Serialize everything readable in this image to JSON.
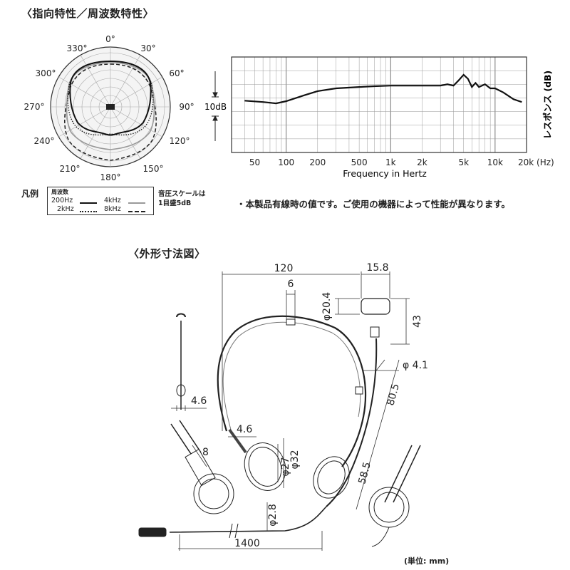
{
  "titles": {
    "directivity": "〈指向特性／周波数特性〉",
    "dimensions": "〈外形寸法図〉"
  },
  "polar": {
    "angles": [
      "0°",
      "30°",
      "60°",
      "90°",
      "120°",
      "150°",
      "180°",
      "210°",
      "240°",
      "270°",
      "300°",
      "330°"
    ]
  },
  "legend": {
    "title": "凡例",
    "header": "周波数",
    "items": [
      "200Hz",
      "4kHz",
      "2kHz",
      "8kHz"
    ],
    "scale_line1": "音圧スケールは",
    "scale_line2": "1目盛5dB"
  },
  "freq": {
    "ticks": [
      "50",
      "100",
      "200",
      "500",
      "1k",
      "2k",
      "5k",
      "10k",
      "20k (Hz)"
    ],
    "xlabel": "Frequency in Hertz",
    "ylabel": "レスポンス (dB)",
    "scale": "10dB"
  },
  "chart_data": {
    "type": "line",
    "title": "",
    "xlabel": "Frequency in Hertz",
    "ylabel": "レスポンス (dB)",
    "x": [
      40,
      60,
      80,
      100,
      150,
      200,
      300,
      500,
      700,
      1000,
      1500,
      2000,
      3000,
      3500,
      4000,
      4500,
      5000,
      5500,
      6000,
      6500,
      7000,
      8000,
      9000,
      10000,
      12000,
      15000,
      18000
    ],
    "series": [
      {
        "values": [
          -1,
          -1.5,
          -2,
          -1.2,
          1,
          2.5,
          3.5,
          4,
          4.3,
          4.5,
          4.5,
          4.5,
          4.5,
          5,
          4.5,
          6.5,
          8.5,
          7,
          4,
          5.5,
          4,
          5,
          3.5,
          3.5,
          2,
          -0.5,
          -1.5
        ]
      }
    ],
    "xscale": "log",
    "xlim": [
      30,
      20000
    ],
    "grid": true
  },
  "notes": {
    "main": "・本製品有線時の値です。ご使用の機器によって性能が異なります。",
    "unit": "(単位: mm)"
  },
  "dims": {
    "d120": "120",
    "d15_8": "15.8",
    "d6": "6",
    "d20_4": "φ20.4",
    "d43": "43",
    "d4_1": "φ 4.1",
    "d80_5": "80.5",
    "d4_6_side": "4.6",
    "d4_6": "4.6",
    "d8": "8",
    "d32": "φ32",
    "d27": "φ27",
    "d58_5": "58.5",
    "d2_8": "φ2.8",
    "d1400": "1400"
  }
}
